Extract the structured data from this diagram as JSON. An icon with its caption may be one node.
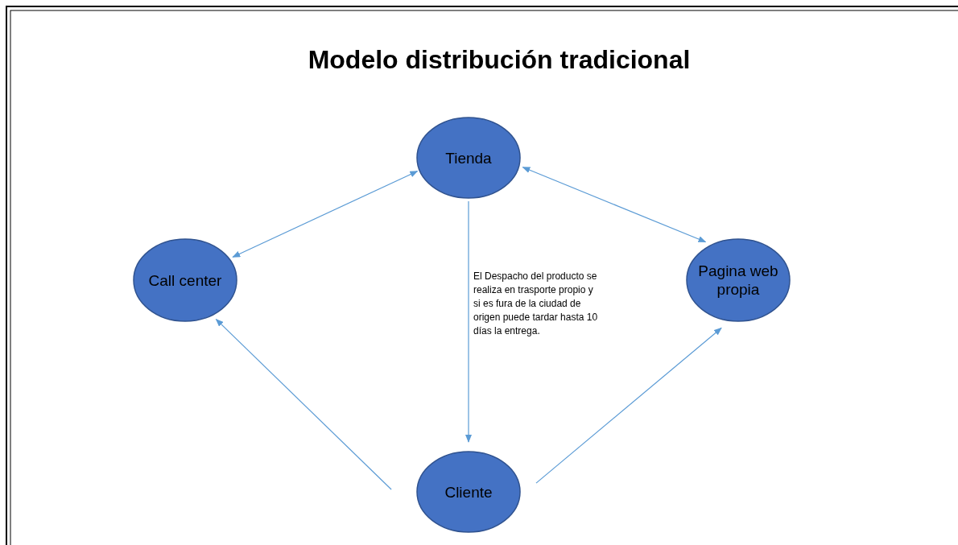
{
  "diagram": {
    "title": "Modelo distribución tradicional",
    "nodes": [
      {
        "text": [
          "Tienda"
        ]
      },
      {
        "text": [
          "Call center"
        ]
      },
      {
        "text": [
          "Pagina web propia"
        ]
      },
      {
        "text": [
          "Cliente"
        ]
      }
    ],
    "edges": [
      {
        "from": 0,
        "to": 1,
        "arrow": "both"
      },
      {
        "from": 0,
        "to": 2,
        "arrow": "both"
      },
      {
        "from": 0,
        "to": 3,
        "arrow": "to",
        "label": "El Despacho del producto se realiza en trasporte propio y si es fura de la ciudad de origen puede tardar hasta 10 días la entrega."
      },
      {
        "from": 3,
        "to": 1,
        "arrow": "to"
      },
      {
        "from": 3,
        "to": 2,
        "arrow": "to"
      }
    ]
  }
}
